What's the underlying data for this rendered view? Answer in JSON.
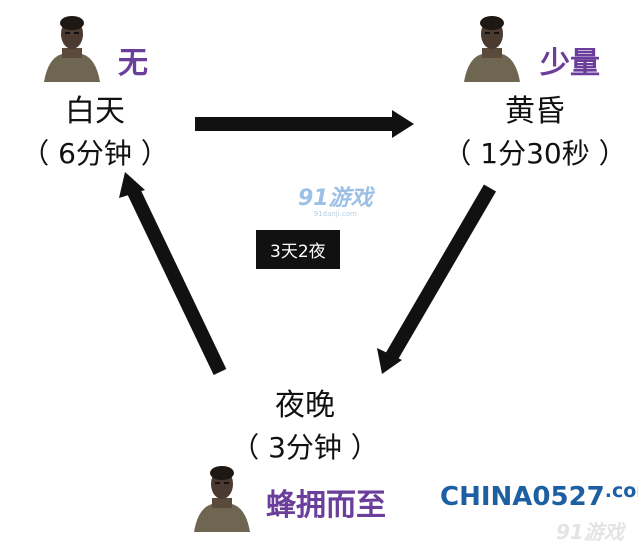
{
  "phases": {
    "day": {
      "name": "白天",
      "duration": "（ 6分钟 ）",
      "zombies": "无"
    },
    "dusk": {
      "name": "黄昏",
      "duration": "（ 1分30秒 ）",
      "zombies": "少量"
    },
    "night": {
      "name": "夜晚",
      "duration": "（ 3分钟 ）",
      "zombies": "蜂拥而至"
    }
  },
  "center": {
    "cycle_label": "3天2夜",
    "logo": "91游戏",
    "logo_sub": "91danji.com"
  },
  "watermark": {
    "main": "CHINA0527",
    "suffix": ".com",
    "faint": "91游戏"
  },
  "colors": {
    "zombie_text": "#6a3e9a",
    "arrow": "#111111",
    "watermark": "#1d5fa3"
  },
  "icons": [
    "zombie-avatar-icon"
  ]
}
